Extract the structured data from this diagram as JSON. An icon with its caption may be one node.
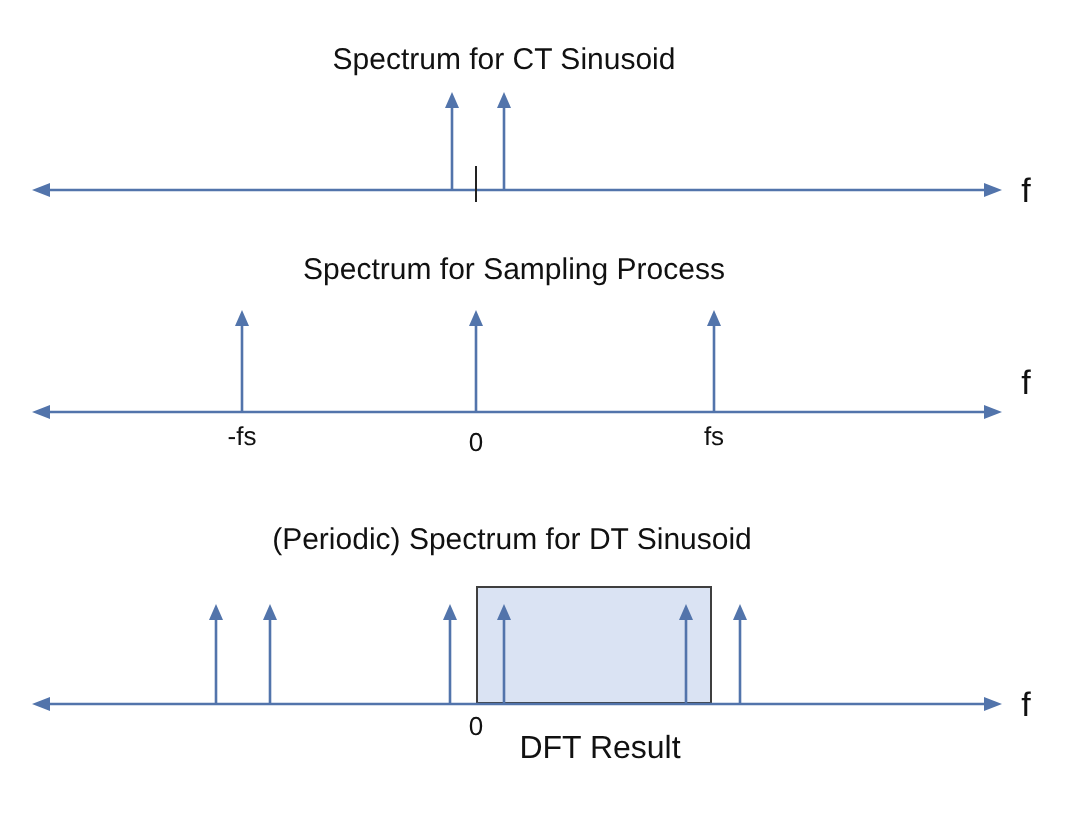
{
  "diagram": {
    "nodes": [
      {
        "text": [
          "DFT Result"
        ]
      }
    ],
    "labels": [
      "Spectrum for CT Sinusoid",
      "f",
      "Spectrum for Sampling Process",
      "f",
      "-fs",
      "0",
      "fs",
      "(Periodic) Spectrum for DT Sinusoid",
      "f",
      "0"
    ]
  }
}
